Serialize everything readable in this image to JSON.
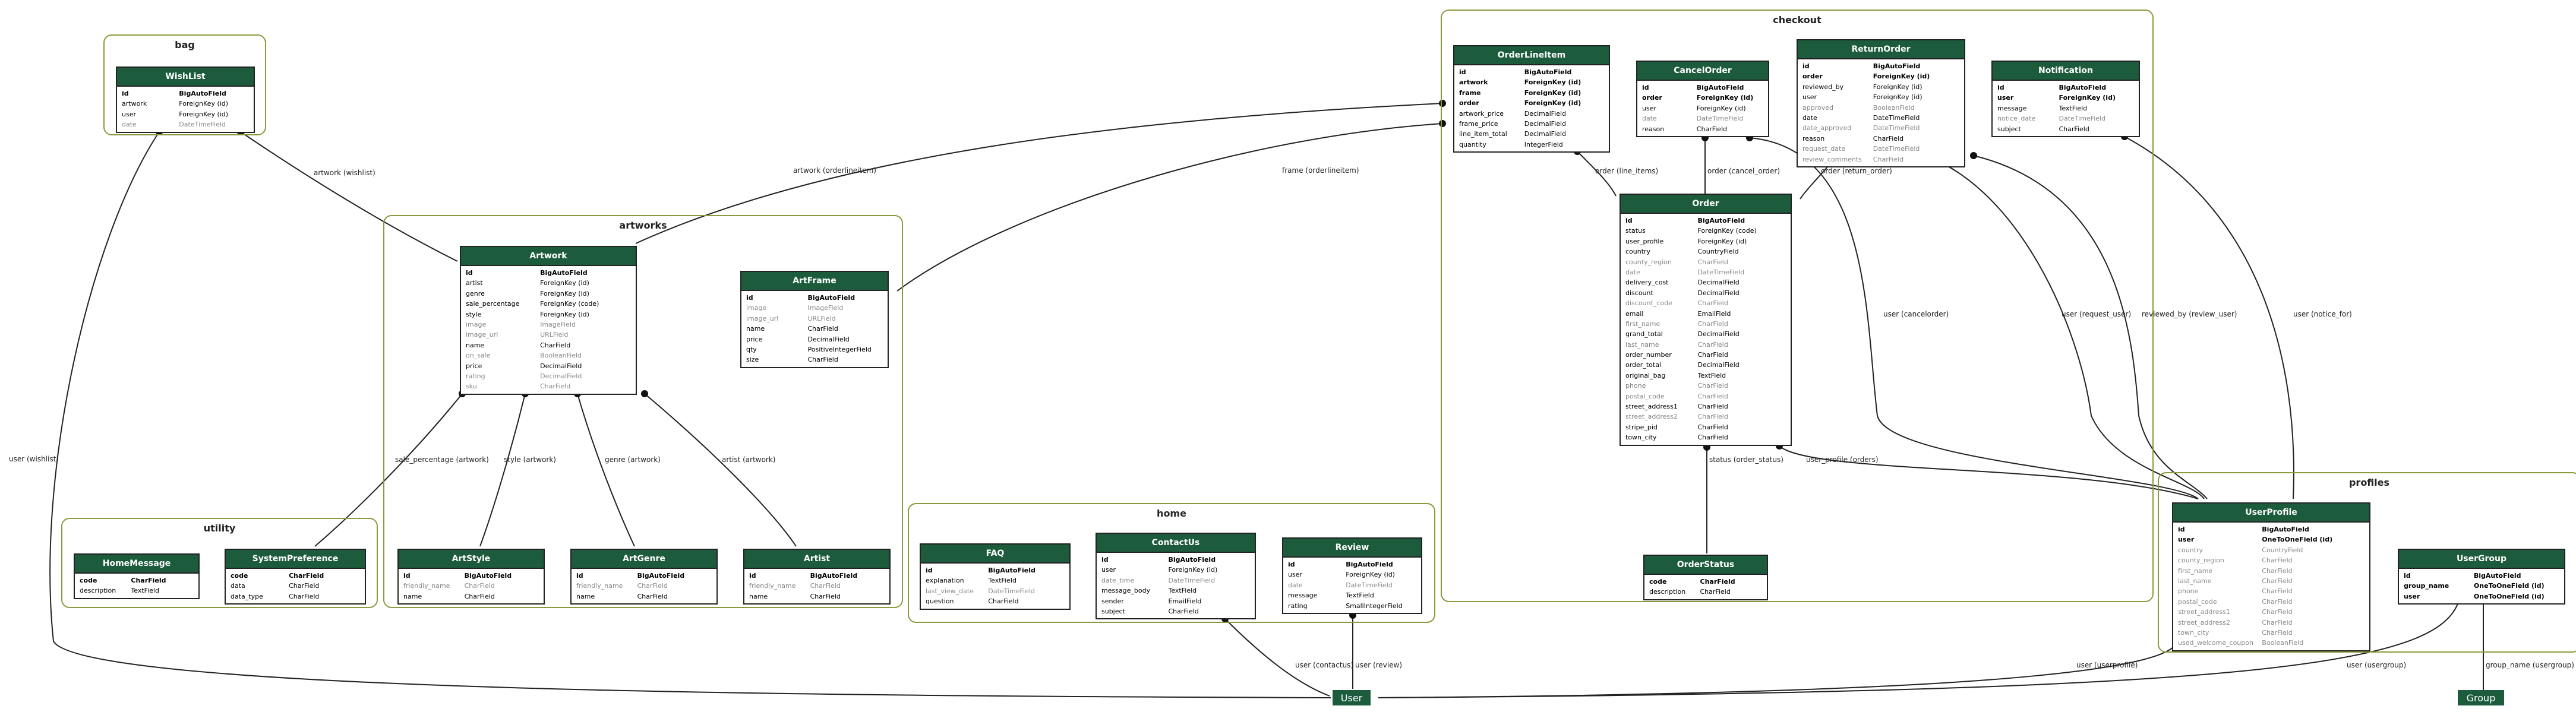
{
  "clusters": [
    {
      "id": "bag",
      "title": "bag"
    },
    {
      "id": "artworks",
      "title": "artworks"
    },
    {
      "id": "utility",
      "title": "utility"
    },
    {
      "id": "home",
      "title": "home"
    },
    {
      "id": "checkout",
      "title": "checkout"
    },
    {
      "id": "profiles",
      "title": "profiles"
    }
  ],
  "entities": [
    {
      "id": "WishList",
      "title": "WishList",
      "fields": [
        [
          "id",
          "BigAutoField",
          "pk"
        ],
        [
          "artwork",
          "ForeignKey (id)",
          ""
        ],
        [
          "user",
          "ForeignKey (id)",
          ""
        ],
        [
          "date",
          "DateTimeField",
          "opt"
        ]
      ]
    },
    {
      "id": "Artwork",
      "title": "Artwork",
      "fields": [
        [
          "id",
          "BigAutoField",
          "pk"
        ],
        [
          "artist",
          "ForeignKey (id)",
          ""
        ],
        [
          "genre",
          "ForeignKey (id)",
          ""
        ],
        [
          "sale_percentage",
          "ForeignKey (code)",
          ""
        ],
        [
          "style",
          "ForeignKey (id)",
          ""
        ],
        [
          "image",
          "ImageField",
          "opt"
        ],
        [
          "image_url",
          "URLField",
          "opt"
        ],
        [
          "name",
          "CharField",
          ""
        ],
        [
          "on_sale",
          "BooleanField",
          "opt"
        ],
        [
          "price",
          "DecimalField",
          ""
        ],
        [
          "rating",
          "DecimalField",
          "opt"
        ],
        [
          "sku",
          "CharField",
          "opt"
        ]
      ]
    },
    {
      "id": "ArtFrame",
      "title": "ArtFrame",
      "fields": [
        [
          "id",
          "BigAutoField",
          "pk"
        ],
        [
          "image",
          "ImageField",
          "opt"
        ],
        [
          "image_url",
          "URLField",
          "opt"
        ],
        [
          "name",
          "CharField",
          ""
        ],
        [
          "price",
          "DecimalField",
          ""
        ],
        [
          "qty",
          "PositiveIntegerField",
          ""
        ],
        [
          "size",
          "CharField",
          ""
        ]
      ]
    },
    {
      "id": "ArtStyle",
      "title": "ArtStyle",
      "fields": [
        [
          "id",
          "BigAutoField",
          "pk"
        ],
        [
          "friendly_name",
          "CharField",
          "opt"
        ],
        [
          "name",
          "CharField",
          ""
        ]
      ]
    },
    {
      "id": "ArtGenre",
      "title": "ArtGenre",
      "fields": [
        [
          "id",
          "BigAutoField",
          "pk"
        ],
        [
          "friendly_name",
          "CharField",
          "opt"
        ],
        [
          "name",
          "CharField",
          ""
        ]
      ]
    },
    {
      "id": "Artist",
      "title": "Artist",
      "fields": [
        [
          "id",
          "BigAutoField",
          "pk"
        ],
        [
          "friendly_name",
          "CharField",
          "opt"
        ],
        [
          "name",
          "CharField",
          ""
        ]
      ]
    },
    {
      "id": "HomeMessage",
      "title": "HomeMessage",
      "fields": [
        [
          "code",
          "CharField",
          "pk"
        ],
        [
          "description",
          "TextField",
          ""
        ]
      ]
    },
    {
      "id": "SystemPreference",
      "title": "SystemPreference",
      "fields": [
        [
          "code",
          "CharField",
          "pk"
        ],
        [
          "data",
          "CharField",
          ""
        ],
        [
          "data_type",
          "CharField",
          ""
        ]
      ]
    },
    {
      "id": "FAQ",
      "title": "FAQ",
      "fields": [
        [
          "id",
          "BigAutoField",
          "pk"
        ],
        [
          "explanation",
          "TextField",
          ""
        ],
        [
          "last_view_date",
          "DateTimeField",
          "opt"
        ],
        [
          "question",
          "CharField",
          ""
        ]
      ]
    },
    {
      "id": "ContactUs",
      "title": "ContactUs",
      "fields": [
        [
          "id",
          "BigAutoField",
          "pk"
        ],
        [
          "user",
          "ForeignKey (id)",
          ""
        ],
        [
          "date_time",
          "DateTimeField",
          "opt"
        ],
        [
          "message_body",
          "TextField",
          ""
        ],
        [
          "sender",
          "EmailField",
          ""
        ],
        [
          "subject",
          "CharField",
          ""
        ]
      ]
    },
    {
      "id": "Review",
      "title": "Review",
      "fields": [
        [
          "id",
          "BigAutoField",
          "pk"
        ],
        [
          "user",
          "ForeignKey (id)",
          ""
        ],
        [
          "date",
          "DateTimeField",
          "opt"
        ],
        [
          "message",
          "TextField",
          ""
        ],
        [
          "rating",
          "SmallIntegerField",
          ""
        ]
      ]
    },
    {
      "id": "OrderLineItem",
      "title": "OrderLineItem",
      "fields": [
        [
          "id",
          "BigAutoField",
          "pk"
        ],
        [
          "artwork",
          "ForeignKey (id)",
          "pk"
        ],
        [
          "frame",
          "ForeignKey (id)",
          "pk"
        ],
        [
          "order",
          "ForeignKey (id)",
          "pk"
        ],
        [
          "artwork_price",
          "DecimalField",
          ""
        ],
        [
          "frame_price",
          "DecimalField",
          ""
        ],
        [
          "line_item_total",
          "DecimalField",
          ""
        ],
        [
          "quantity",
          "IntegerField",
          ""
        ]
      ]
    },
    {
      "id": "CancelOrder",
      "title": "CancelOrder",
      "fields": [
        [
          "id",
          "BigAutoField",
          "pk"
        ],
        [
          "order",
          "ForeignKey (id)",
          "pk"
        ],
        [
          "user",
          "ForeignKey (id)",
          ""
        ],
        [
          "date",
          "DateTimeField",
          "opt"
        ],
        [
          "reason",
          "CharField",
          ""
        ]
      ]
    },
    {
      "id": "ReturnOrder",
      "title": "ReturnOrder",
      "fields": [
        [
          "id",
          "BigAutoField",
          "pk"
        ],
        [
          "order",
          "ForeignKey (id)",
          "pk"
        ],
        [
          "reviewed_by",
          "ForeignKey (id)",
          ""
        ],
        [
          "user",
          "ForeignKey (id)",
          ""
        ],
        [
          "approved",
          "BooleanField",
          "opt"
        ],
        [
          "date",
          "DateTimeField",
          ""
        ],
        [
          "date_approved",
          "DateTimeField",
          "opt"
        ],
        [
          "reason",
          "CharField",
          ""
        ],
        [
          "request_date",
          "DateTimeField",
          "opt"
        ],
        [
          "review_comments",
          "CharField",
          "opt"
        ]
      ]
    },
    {
      "id": "Notification",
      "title": "Notification",
      "fields": [
        [
          "id",
          "BigAutoField",
          "pk"
        ],
        [
          "user",
          "ForeignKey (id)",
          "pk"
        ],
        [
          "message",
          "TextField",
          ""
        ],
        [
          "notice_date",
          "DateTimeField",
          "opt"
        ],
        [
          "subject",
          "CharField",
          ""
        ]
      ]
    },
    {
      "id": "Order",
      "title": "Order",
      "fields": [
        [
          "id",
          "BigAutoField",
          "pk"
        ],
        [
          "status",
          "ForeignKey (code)",
          ""
        ],
        [
          "user_profile",
          "ForeignKey (id)",
          ""
        ],
        [
          "country",
          "CountryField",
          ""
        ],
        [
          "county_region",
          "CharField",
          "opt"
        ],
        [
          "date",
          "DateTimeField",
          "opt"
        ],
        [
          "delivery_cost",
          "DecimalField",
          ""
        ],
        [
          "discount",
          "DecimalField",
          ""
        ],
        [
          "discount_code",
          "CharField",
          "opt"
        ],
        [
          "email",
          "EmailField",
          ""
        ],
        [
          "first_name",
          "CharField",
          "opt"
        ],
        [
          "grand_total",
          "DecimalField",
          ""
        ],
        [
          "last_name",
          "CharField",
          "opt"
        ],
        [
          "order_number",
          "CharField",
          ""
        ],
        [
          "order_total",
          "DecimalField",
          ""
        ],
        [
          "original_bag",
          "TextField",
          ""
        ],
        [
          "phone",
          "CharField",
          "opt"
        ],
        [
          "postal_code",
          "CharField",
          "opt"
        ],
        [
          "street_address1",
          "CharField",
          ""
        ],
        [
          "street_address2",
          "CharField",
          "opt"
        ],
        [
          "stripe_pid",
          "CharField",
          ""
        ],
        [
          "town_city",
          "CharField",
          ""
        ]
      ]
    },
    {
      "id": "OrderStatus",
      "title": "OrderStatus",
      "fields": [
        [
          "code",
          "CharField",
          "pk"
        ],
        [
          "description",
          "CharField",
          ""
        ]
      ]
    },
    {
      "id": "UserProfile",
      "title": "UserProfile",
      "fields": [
        [
          "id",
          "BigAutoField",
          "pk"
        ],
        [
          "user",
          "OneToOneField (id)",
          "pk"
        ],
        [
          "country",
          "CountryField",
          "opt"
        ],
        [
          "county_region",
          "CharField",
          "opt"
        ],
        [
          "first_name",
          "CharField",
          "opt"
        ],
        [
          "last_name",
          "CharField",
          "opt"
        ],
        [
          "phone",
          "CharField",
          "opt"
        ],
        [
          "postal_code",
          "CharField",
          "opt"
        ],
        [
          "street_address1",
          "CharField",
          "opt"
        ],
        [
          "street_address2",
          "CharField",
          "opt"
        ],
        [
          "town_city",
          "CharField",
          "opt"
        ],
        [
          "used_welcome_coupon",
          "BooleanField",
          "opt"
        ]
      ]
    },
    {
      "id": "UserGroup",
      "title": "UserGroup",
      "fields": [
        [
          "id",
          "BigAutoField",
          "pk"
        ],
        [
          "group_name",
          "OneToOneField (id)",
          "pk"
        ],
        [
          "user",
          "OneToOneField (id)",
          "pk"
        ]
      ]
    }
  ],
  "nodes": [
    {
      "id": "User",
      "title": "User"
    },
    {
      "id": "Group",
      "title": "Group"
    }
  ],
  "edge_labels": [
    "artwork (wishlist)",
    "user (wishlist)",
    "artwork (orderlineitem)",
    "frame (orderlineitem)",
    "sale_percentage (artwork)",
    "style (artwork)",
    "genre (artwork)",
    "artist (artwork)",
    "order (line_items)",
    "order (cancel_order)",
    "order (return_order)",
    "status (order_status)",
    "user_profile (orders)",
    "user (cancelorder)",
    "user (request_user)",
    "reviewed_by (review_user)",
    "user (notice_for)",
    "user (contactus)",
    "user (review)",
    "user (userprofile)",
    "user (usergroup)",
    "group_name (usergroup)"
  ]
}
